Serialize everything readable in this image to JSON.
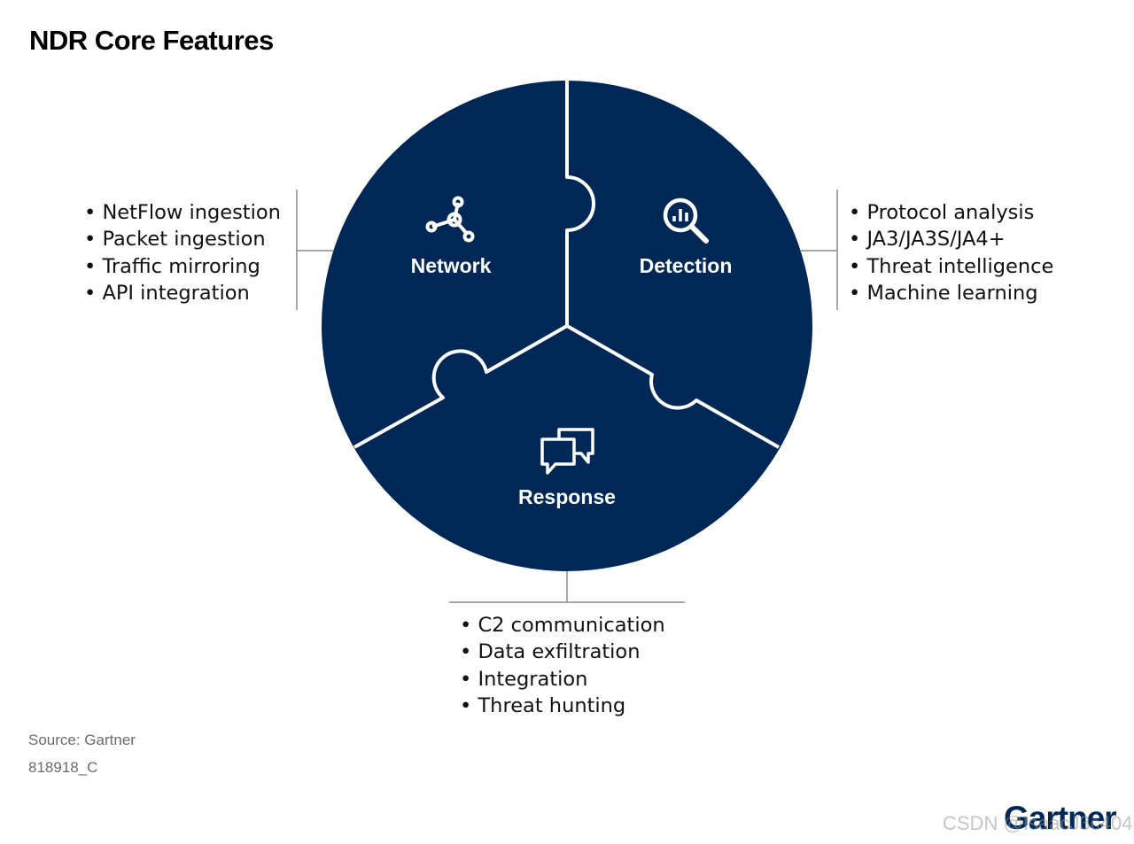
{
  "title": "NDR Core Features",
  "colors": {
    "segment_fill": "#002856",
    "segment_border": "#ffffff",
    "connector": "#8a8a8a"
  },
  "segments": {
    "network": {
      "label": "Network",
      "icon": "network-nodes-icon",
      "items": [
        "NetFlow ingestion",
        "Packet ingestion",
        "Traffic mirroring",
        "API integration"
      ]
    },
    "detection": {
      "label": "Detection",
      "icon": "magnifier-chart-icon",
      "items": [
        "Protocol analysis",
        "JA3/JA3S/JA4+",
        "Threat intelligence",
        "Machine learning"
      ]
    },
    "response": {
      "label": "Response",
      "icon": "chat-bubbles-icon",
      "items": [
        "C2 communication",
        "Data exfiltration",
        "Integration",
        "Threat hunting"
      ]
    }
  },
  "footer": {
    "source": "Source: Gartner",
    "figure_id": "818918_C",
    "brand": "Gartner"
  },
  "watermark": "CSDN @IsaacJ3c404"
}
